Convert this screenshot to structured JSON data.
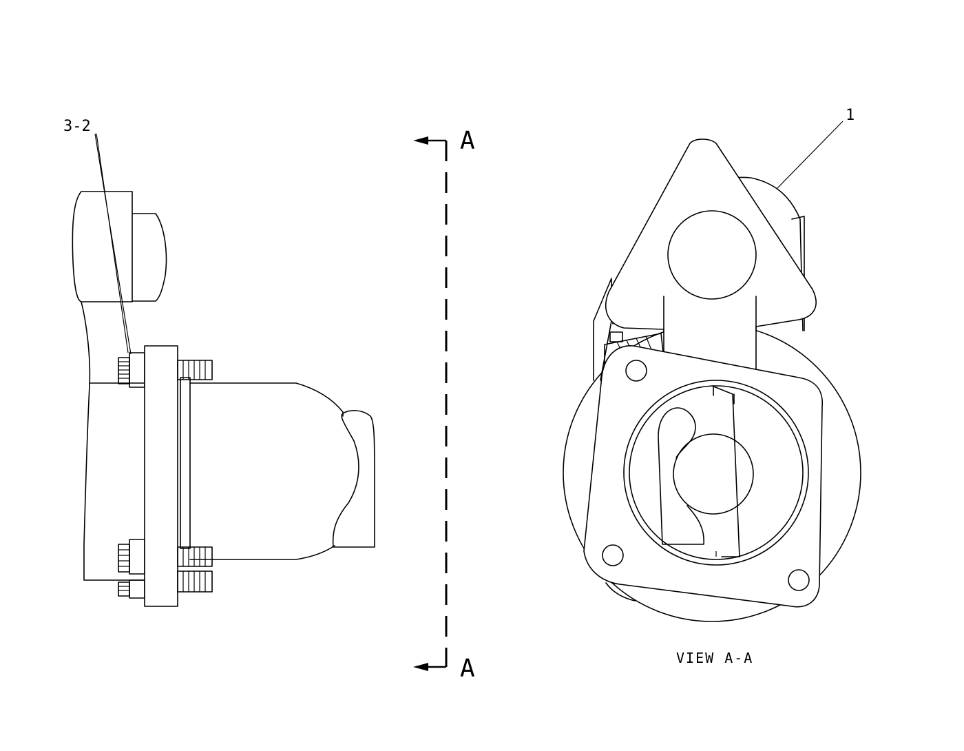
{
  "callouts": {
    "part_3_2": "3-2",
    "part_1": "1"
  },
  "section": {
    "letter_top": "A",
    "letter_bottom": "A",
    "view_label": "VIEW A-A"
  }
}
